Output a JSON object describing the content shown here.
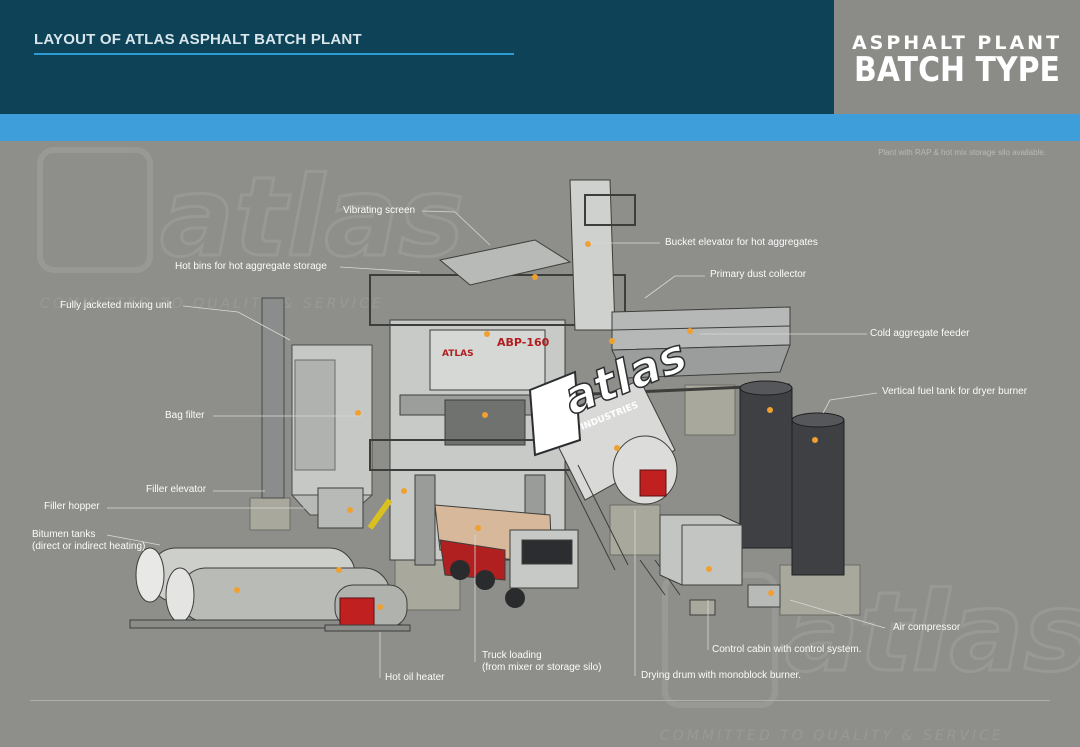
{
  "header": {
    "title": "LAYOUT OF ATLAS ASPHALT BATCH PLANT"
  },
  "badge": {
    "line1": "ASPHALT PLANT",
    "line2": "BATCH TYPE"
  },
  "note": "Plant with RAP & hot mix storage silo available.",
  "plant": {
    "sign_brand": "ATLAS",
    "sign_model": "ABP-160"
  },
  "logo": {
    "name": "atlas",
    "sub": "INDUSTRIES",
    "tagline": "COMMITTED TO QUALITY & SERVICE"
  },
  "labels": {
    "vibrating_screen": "Vibrating screen",
    "bucket_elevator": "Bucket elevator for hot aggregates",
    "hot_bins": "Hot bins for hot aggregate storage",
    "primary_dust": "Primary dust collector",
    "mixing_unit": "Fully jacketed mixing unit",
    "cold_feeder": "Cold aggregate feeder",
    "vertical_fuel": "Vertical fuel tank for dryer burner",
    "bag_filter": "Bag filter",
    "filler_elevator": "Filler elevator",
    "filler_hopper": "Filler hopper",
    "bitumen_1": "Bitumen tanks",
    "bitumen_2": "(direct or indirect heating)",
    "air_compressor": "Air compressor",
    "control_cabin": "Control cabin with control system.",
    "truck_1": "Truck loading",
    "truck_2": "(from mixer or storage silo)",
    "drying_drum": "Drying drum with monoblock burner.",
    "hot_oil": "Hot oil heater"
  }
}
